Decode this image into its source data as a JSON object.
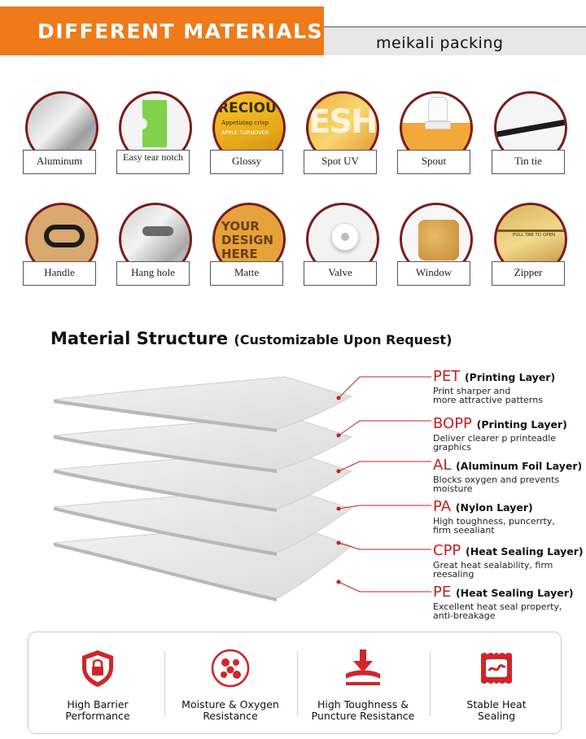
{
  "header": {
    "title": "DIFFERENT MATERIALS",
    "brand": "meikali  packing"
  },
  "features": [
    {
      "label": "Aluminum",
      "icon": "aluminum-foil-icon"
    },
    {
      "label": "Easy tear notch",
      "icon": "tear-notch-icon"
    },
    {
      "label": "Glossy",
      "icon": "glossy-print-icon"
    },
    {
      "label": "Spot UV",
      "icon": "spot-uv-icon"
    },
    {
      "label": "Spout",
      "icon": "spout-icon"
    },
    {
      "label": "Tin tie",
      "icon": "tin-tie-icon"
    },
    {
      "label": "Handle",
      "icon": "handle-icon"
    },
    {
      "label": "Hang hole",
      "icon": "hang-hole-icon"
    },
    {
      "label": "Matte",
      "icon": "matte-print-icon"
    },
    {
      "label": "Valve",
      "icon": "valve-icon"
    },
    {
      "label": "Window",
      "icon": "window-icon"
    },
    {
      "label": "Zipper",
      "icon": "zipper-icon"
    }
  ],
  "photo_text": {
    "glossy_top": "RECIOU",
    "glossy_mid": "Appetizing crisp",
    "glossy_low": "APPLE TURNOVER",
    "spot_uv": "ESH",
    "matte": "YOUR DESIGN HERE",
    "zipper": "PULL TAB TO OPEN"
  },
  "structure": {
    "title": "Material Structure",
    "subtitle": "(Customizable Upon Request)",
    "layers": [
      {
        "code": "PET",
        "name": "(Printing Layer)",
        "desc1": "Print sharper and",
        "desc2": "more attractive patterns"
      },
      {
        "code": "BOPP",
        "name": "(Printing Layer)",
        "desc1": "Deliver clearer p printeadle",
        "desc2": "graphics"
      },
      {
        "code": "AL",
        "name": "(Aluminum Foil Layer)",
        "desc1": "Blocks oxygen and prevents",
        "desc2": "moisture"
      },
      {
        "code": "PA",
        "name": "(Nylon Layer)",
        "desc1": "High toughness, puncerrty,",
        "desc2": "firm seealiant"
      },
      {
        "code": "CPP",
        "name": "(Heat Sealing Layer)",
        "desc1": "Great heat sealability, firm",
        "desc2": "reesaling"
      },
      {
        "code": "PE",
        "name": "(Heat Sealing Layer)",
        "desc1": "Excellent heat seal property,",
        "desc2": "anti-breakage"
      }
    ]
  },
  "benefits": [
    {
      "line1": "High Barrier",
      "line2": "Performance",
      "icon": "shield-lock-icon"
    },
    {
      "line1": "Moisture & Oxygen",
      "line2": "Resistance",
      "icon": "molecule-icon"
    },
    {
      "line1": "High Toughness &",
      "line2": "Puncture Resistance",
      "icon": "puncture-icon"
    },
    {
      "line1": "Stable Heat",
      "line2": "Sealing",
      "icon": "heat-seal-icon"
    }
  ],
  "colors": {
    "accent": "#ee7a1a",
    "ring": "#7a1c1c",
    "layer_code": "#c51f1f"
  }
}
